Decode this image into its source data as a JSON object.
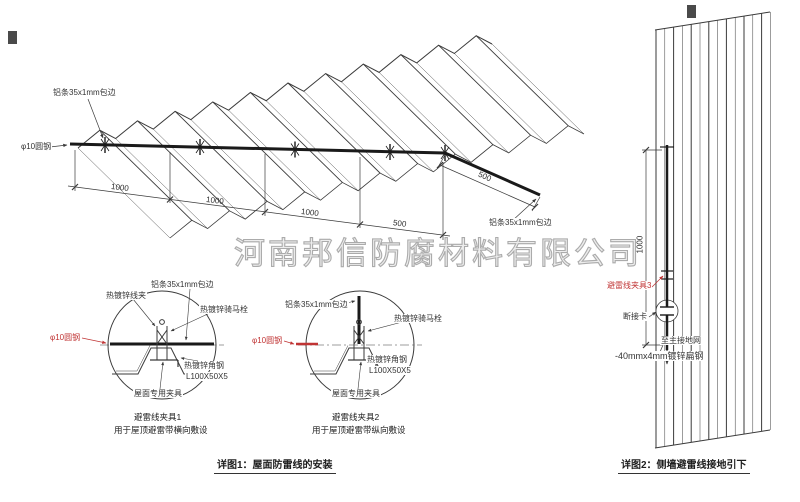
{
  "watermark_text": "河南邦信防腐材料有限公司",
  "colors": {
    "line": "#3a3a3a",
    "conductor": "#1a1a1a",
    "accent_red": "#c03434",
    "watermark_gray": "#ababab"
  },
  "roof_plan": {
    "strip_label_top": "铝条35x1mm包边",
    "strip_label_end": "铝条35x1mm包边",
    "round_steel_label": "φ10圆钢",
    "dims": [
      "1000",
      "1000",
      "1000",
      "500"
    ],
    "slope_dim": "500"
  },
  "detail_circle_1": {
    "title": "避雷线夹具1",
    "subtitle": "用于屋顶避雷带横向敷设",
    "wire_clip": "热镀锌线夹",
    "strip": "铝条35x1mm包边",
    "saddle_bolt": "热镀锌骑马栓",
    "round_steel": "φ10圆钢",
    "angle_steel": "热镀锌角钢",
    "angle_size": "L100X50X5",
    "roof_clamp": "屋面专用夹具"
  },
  "detail_circle_2": {
    "title": "避雷线夹具2",
    "subtitle": "用于屋顶避雷带纵向敷设",
    "strip": "铝条35x1mm包边",
    "saddle_bolt": "热镀锌骑马栓",
    "round_steel": "φ10圆钢",
    "angle_steel": "热镀锌角钢",
    "angle_size": "L100X50X5",
    "roof_clamp": "屋面专用夹具"
  },
  "wall_elevation": {
    "dim": "1000",
    "clamp3": "避雷线夹具3",
    "disconnect": "断接卡",
    "to_ground": "至主接地网",
    "flat_steel": "-40mmx4mm镀锌扁钢"
  },
  "captions": {
    "detail1": "详图1：屋面防雷线的安装",
    "detail2": "详图2：侧墙避雷线接地引下"
  }
}
